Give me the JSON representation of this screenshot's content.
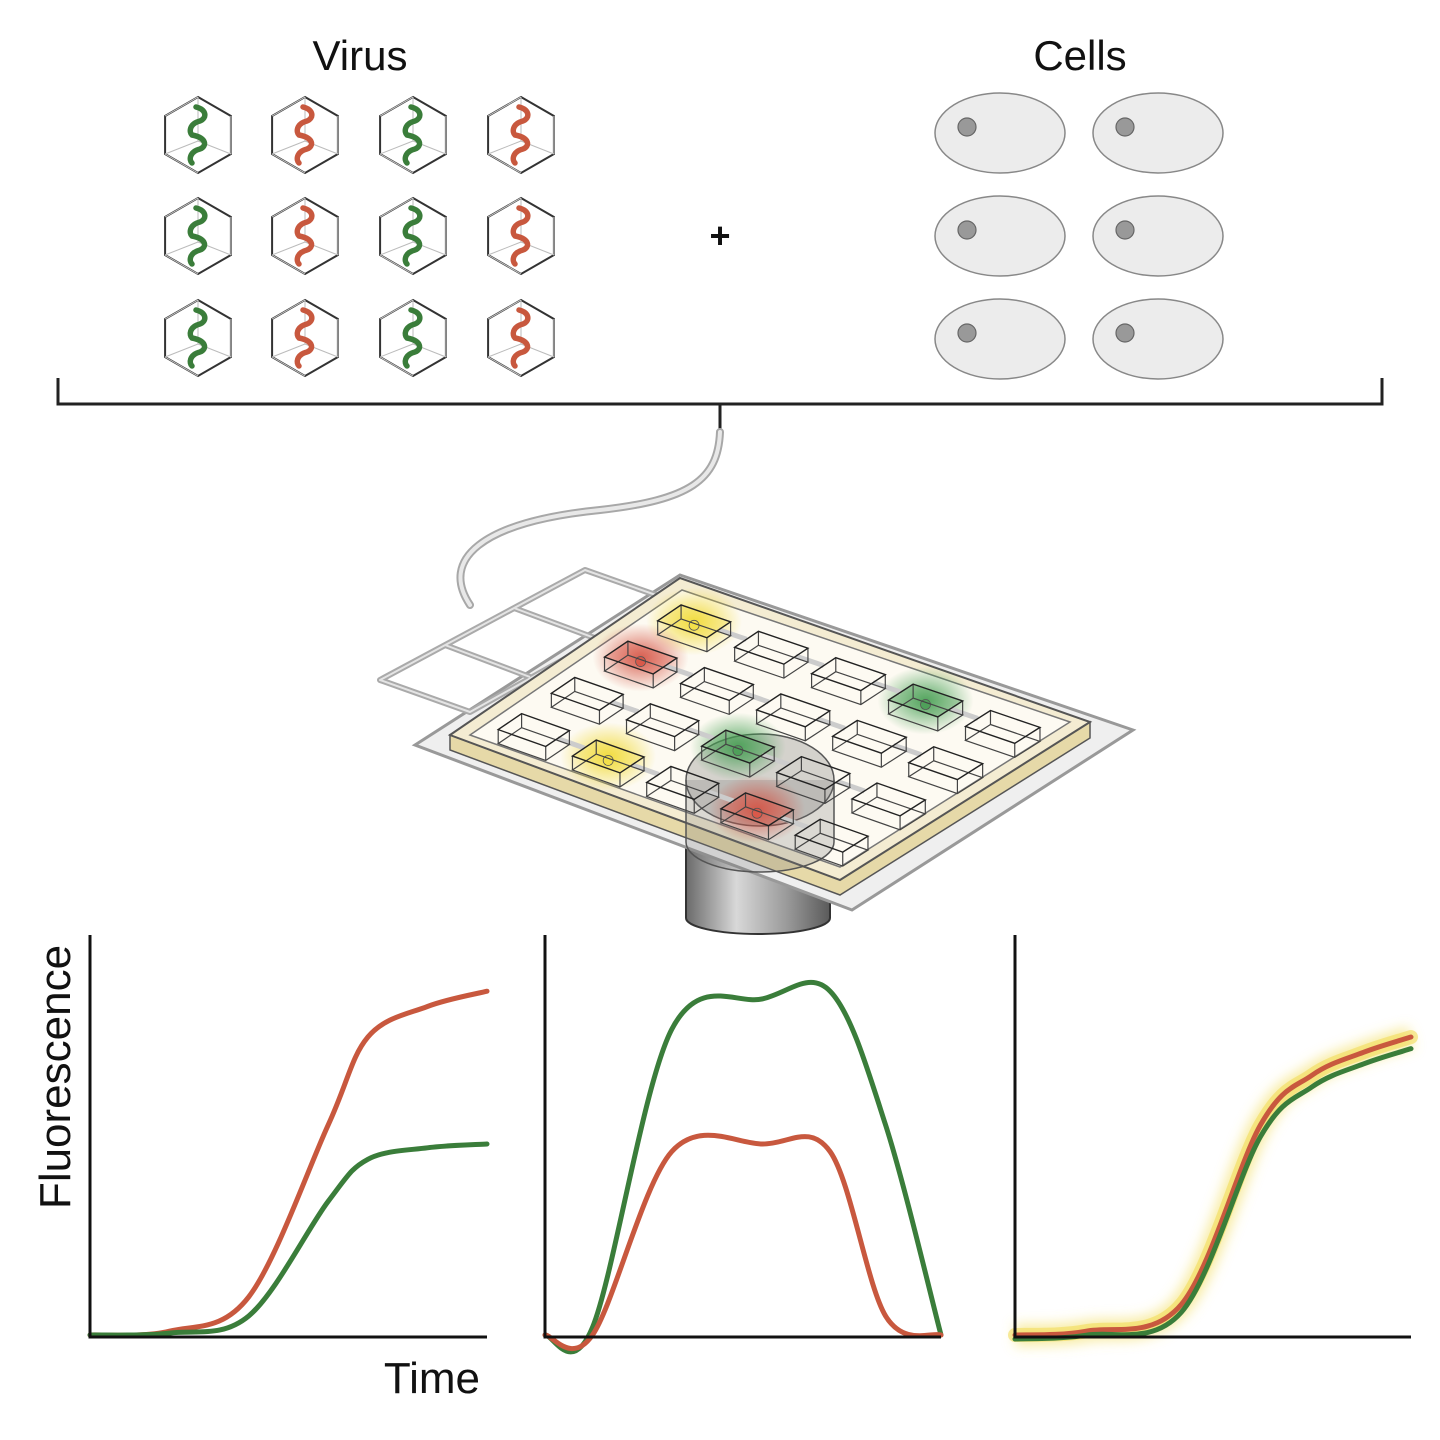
{
  "labels": {
    "virus": "Virus",
    "cells": "Cells",
    "plus": "+",
    "y_axis": "Fluorescence",
    "x_axis": "Time"
  },
  "colors": {
    "green": "#3a7d3a",
    "red": "#c8583e",
    "yellow_glow": "#f2dc5a",
    "cell_fill": "#ececec",
    "chip_frame": "#f2e8c6"
  },
  "virus_grid": [
    [
      "green",
      "red",
      "green",
      "red"
    ],
    [
      "green",
      "red",
      "green",
      "red"
    ],
    [
      "green",
      "red",
      "green",
      "red"
    ]
  ],
  "cells_grid": {
    "rows": 3,
    "cols": 2
  },
  "chip_signals": [
    "yellow",
    "red",
    "green",
    "green",
    "red",
    "yellow"
  ],
  "chart_data": [
    {
      "type": "line",
      "xlabel": "Time",
      "ylabel": "Fluorescence",
      "series": [
        {
          "color": "red",
          "values": [
            0,
            0.01,
            0.1,
            0.55,
            0.78,
            0.86,
            0.9
          ]
        },
        {
          "color": "green",
          "values": [
            0,
            0.005,
            0.05,
            0.35,
            0.46,
            0.49,
            0.5
          ]
        }
      ]
    },
    {
      "type": "line",
      "series": [
        {
          "color": "green",
          "values": [
            0,
            0.02,
            0.8,
            0.88,
            0.9,
            0.55,
            0.0
          ]
        },
        {
          "color": "red",
          "values": [
            0,
            0.0,
            0.48,
            0.5,
            0.48,
            0.05,
            0.0
          ]
        }
      ]
    },
    {
      "type": "line",
      "series": [
        {
          "color": "red",
          "values": [
            0,
            0.01,
            0.08,
            0.55,
            0.68,
            0.74,
            0.78
          ]
        },
        {
          "color": "green",
          "values": [
            0,
            0.01,
            0.07,
            0.53,
            0.66,
            0.72,
            0.76
          ]
        }
      ]
    }
  ]
}
